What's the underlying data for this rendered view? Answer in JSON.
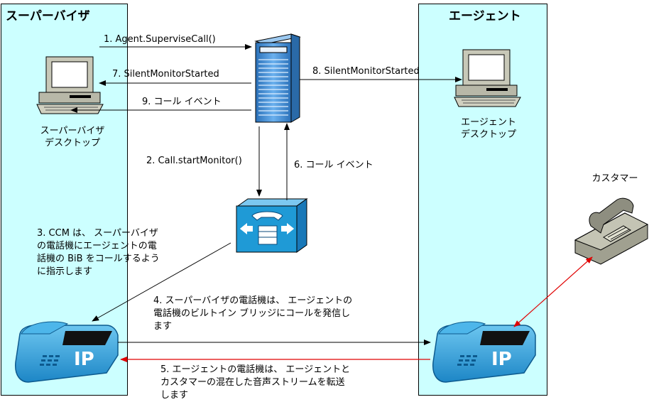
{
  "zones": {
    "supervisor": {
      "title": "スーパーバイザ"
    },
    "agent": {
      "title": "エージェント"
    }
  },
  "nodes": {
    "supervisor_desktop": "スーパーバイザ\nデスクトップ",
    "agent_desktop": "エージェント\nデスクトップ",
    "customer": "カスタマー",
    "supervisor_ip_phone": "IP",
    "agent_ip_phone": "IP"
  },
  "steps": {
    "s1": "1. Agent.SuperviseCall()",
    "s2": "2. Call.startMonitor()",
    "s3": "3. CCM は、 スーパーバイザ\nの電話機にエージェントの電\n話機の BiB をコールするよう\nに指示します",
    "s4": "4. スーパーバイザの電話機は、 エージェントの\n電話機のビルトイン ブリッジにコールを発信し\nます",
    "s5": "5. エージェントの電話機は、 エージェントと\nカスタマーの混在した音声ストリームを転送\nします",
    "s6": "6. コール イベント",
    "s7": "7. SilentMonitorStarted",
    "s8": "8. SilentMonitorStarted",
    "s9": "9. コール イベント"
  },
  "colors": {
    "zone_fill": "#ccffff",
    "phone_blue": "#3aa6dc",
    "red_arrow": "#e00000",
    "server_blue": "#4a90d0",
    "ccm_blue": "#1f9ad6"
  },
  "icons": {
    "desktop": "desktop-computer-icon",
    "server": "server-tower-icon",
    "ccm": "call-manager-icon",
    "ip_phone": "ip-phone-icon",
    "customer_phone": "desk-phone-icon"
  }
}
